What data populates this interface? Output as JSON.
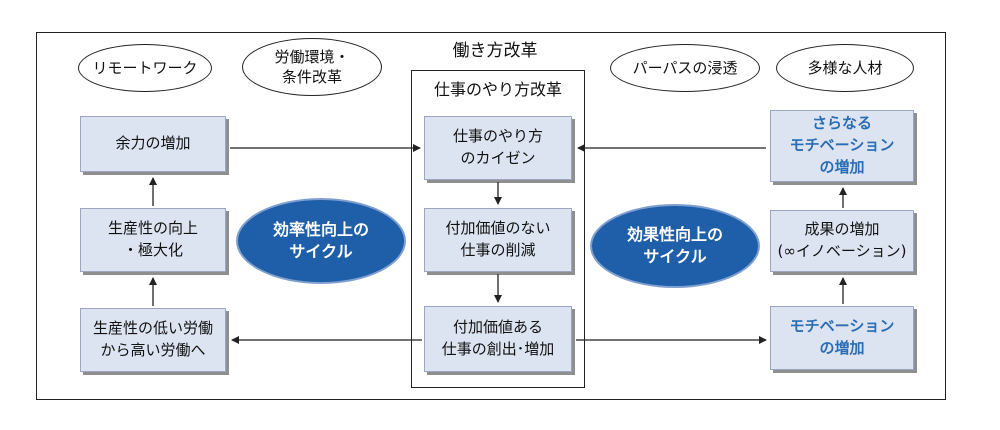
{
  "title": "働き方改革",
  "center_title": "仕事のやり方改革",
  "ovals": {
    "remote": "リモートワーク",
    "labor": "労働環境・\n条件改革",
    "purpose": "パーパスの浸透",
    "diverse": "多様な人材"
  },
  "left_boxes": {
    "capacity": "余力の増加",
    "productivity": "生産性の向上\n・極大化",
    "shift": "生産性の低い労働\nから高い労働へ"
  },
  "center_boxes": {
    "kaizen": "仕事のやり方\nのカイゼン",
    "reduce": "付加価値のない\n仕事の削減",
    "create": "付加価値ある\n仕事の創出･増加"
  },
  "right_boxes": {
    "further_motivation": "さらなる\nモチベーション\nの増加",
    "results": "成果の増加\n(∞イノベーション)",
    "motivation": "モチベーション\nの増加"
  },
  "cycles": {
    "efficiency": "効率性向上の\nサイクル",
    "effectiveness": "効果性向上の\nサイクル"
  },
  "colors": {
    "box_fill": "#dde4f1",
    "accent_text": "#2a6db4",
    "cycle_fill": "#1f5ea8"
  }
}
